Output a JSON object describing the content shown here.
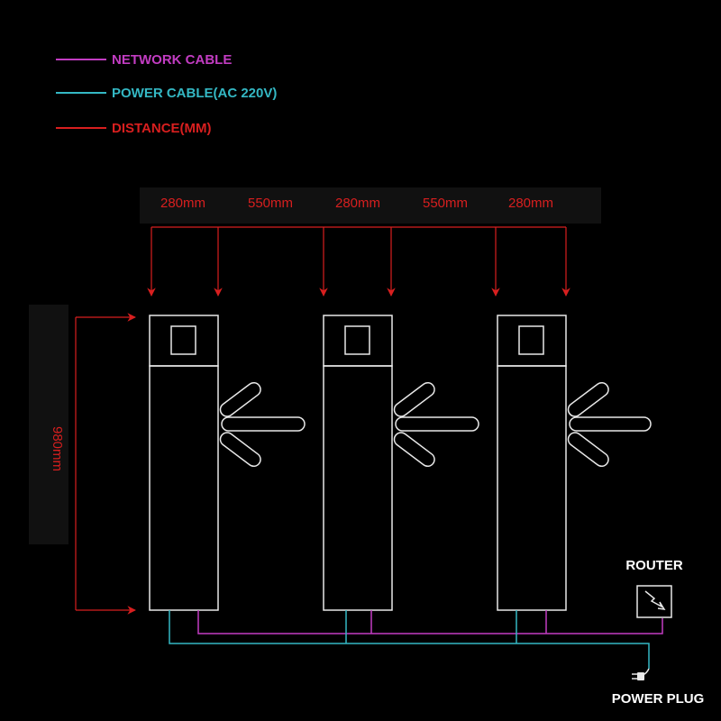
{
  "colors": {
    "background": "#000000",
    "network": "#c23cc2",
    "power": "#34b8c4",
    "distance": "#d81f1f",
    "outline": "#e8e8e8",
    "label_band": "#111111"
  },
  "legend": [
    {
      "id": "network",
      "label": "NETWORK CABLE",
      "color": "#c23cc2"
    },
    {
      "id": "power",
      "label": "POWER CABLE(AC 220V)",
      "color": "#34b8c4"
    },
    {
      "id": "distance",
      "label": "DISTANCE(MM)",
      "color": "#d81f1f"
    }
  ],
  "dimensions": {
    "horizontal": [
      "280mm",
      "550mm",
      "280mm",
      "550mm",
      "280mm"
    ],
    "height": "980mm"
  },
  "equipment": {
    "router_label": "ROUTER",
    "router_icon": "router-lightning-icon",
    "power_plug_label": "POWER PLUG",
    "power_plug_icon": "power-plug-icon"
  },
  "turnstile_count": 3
}
